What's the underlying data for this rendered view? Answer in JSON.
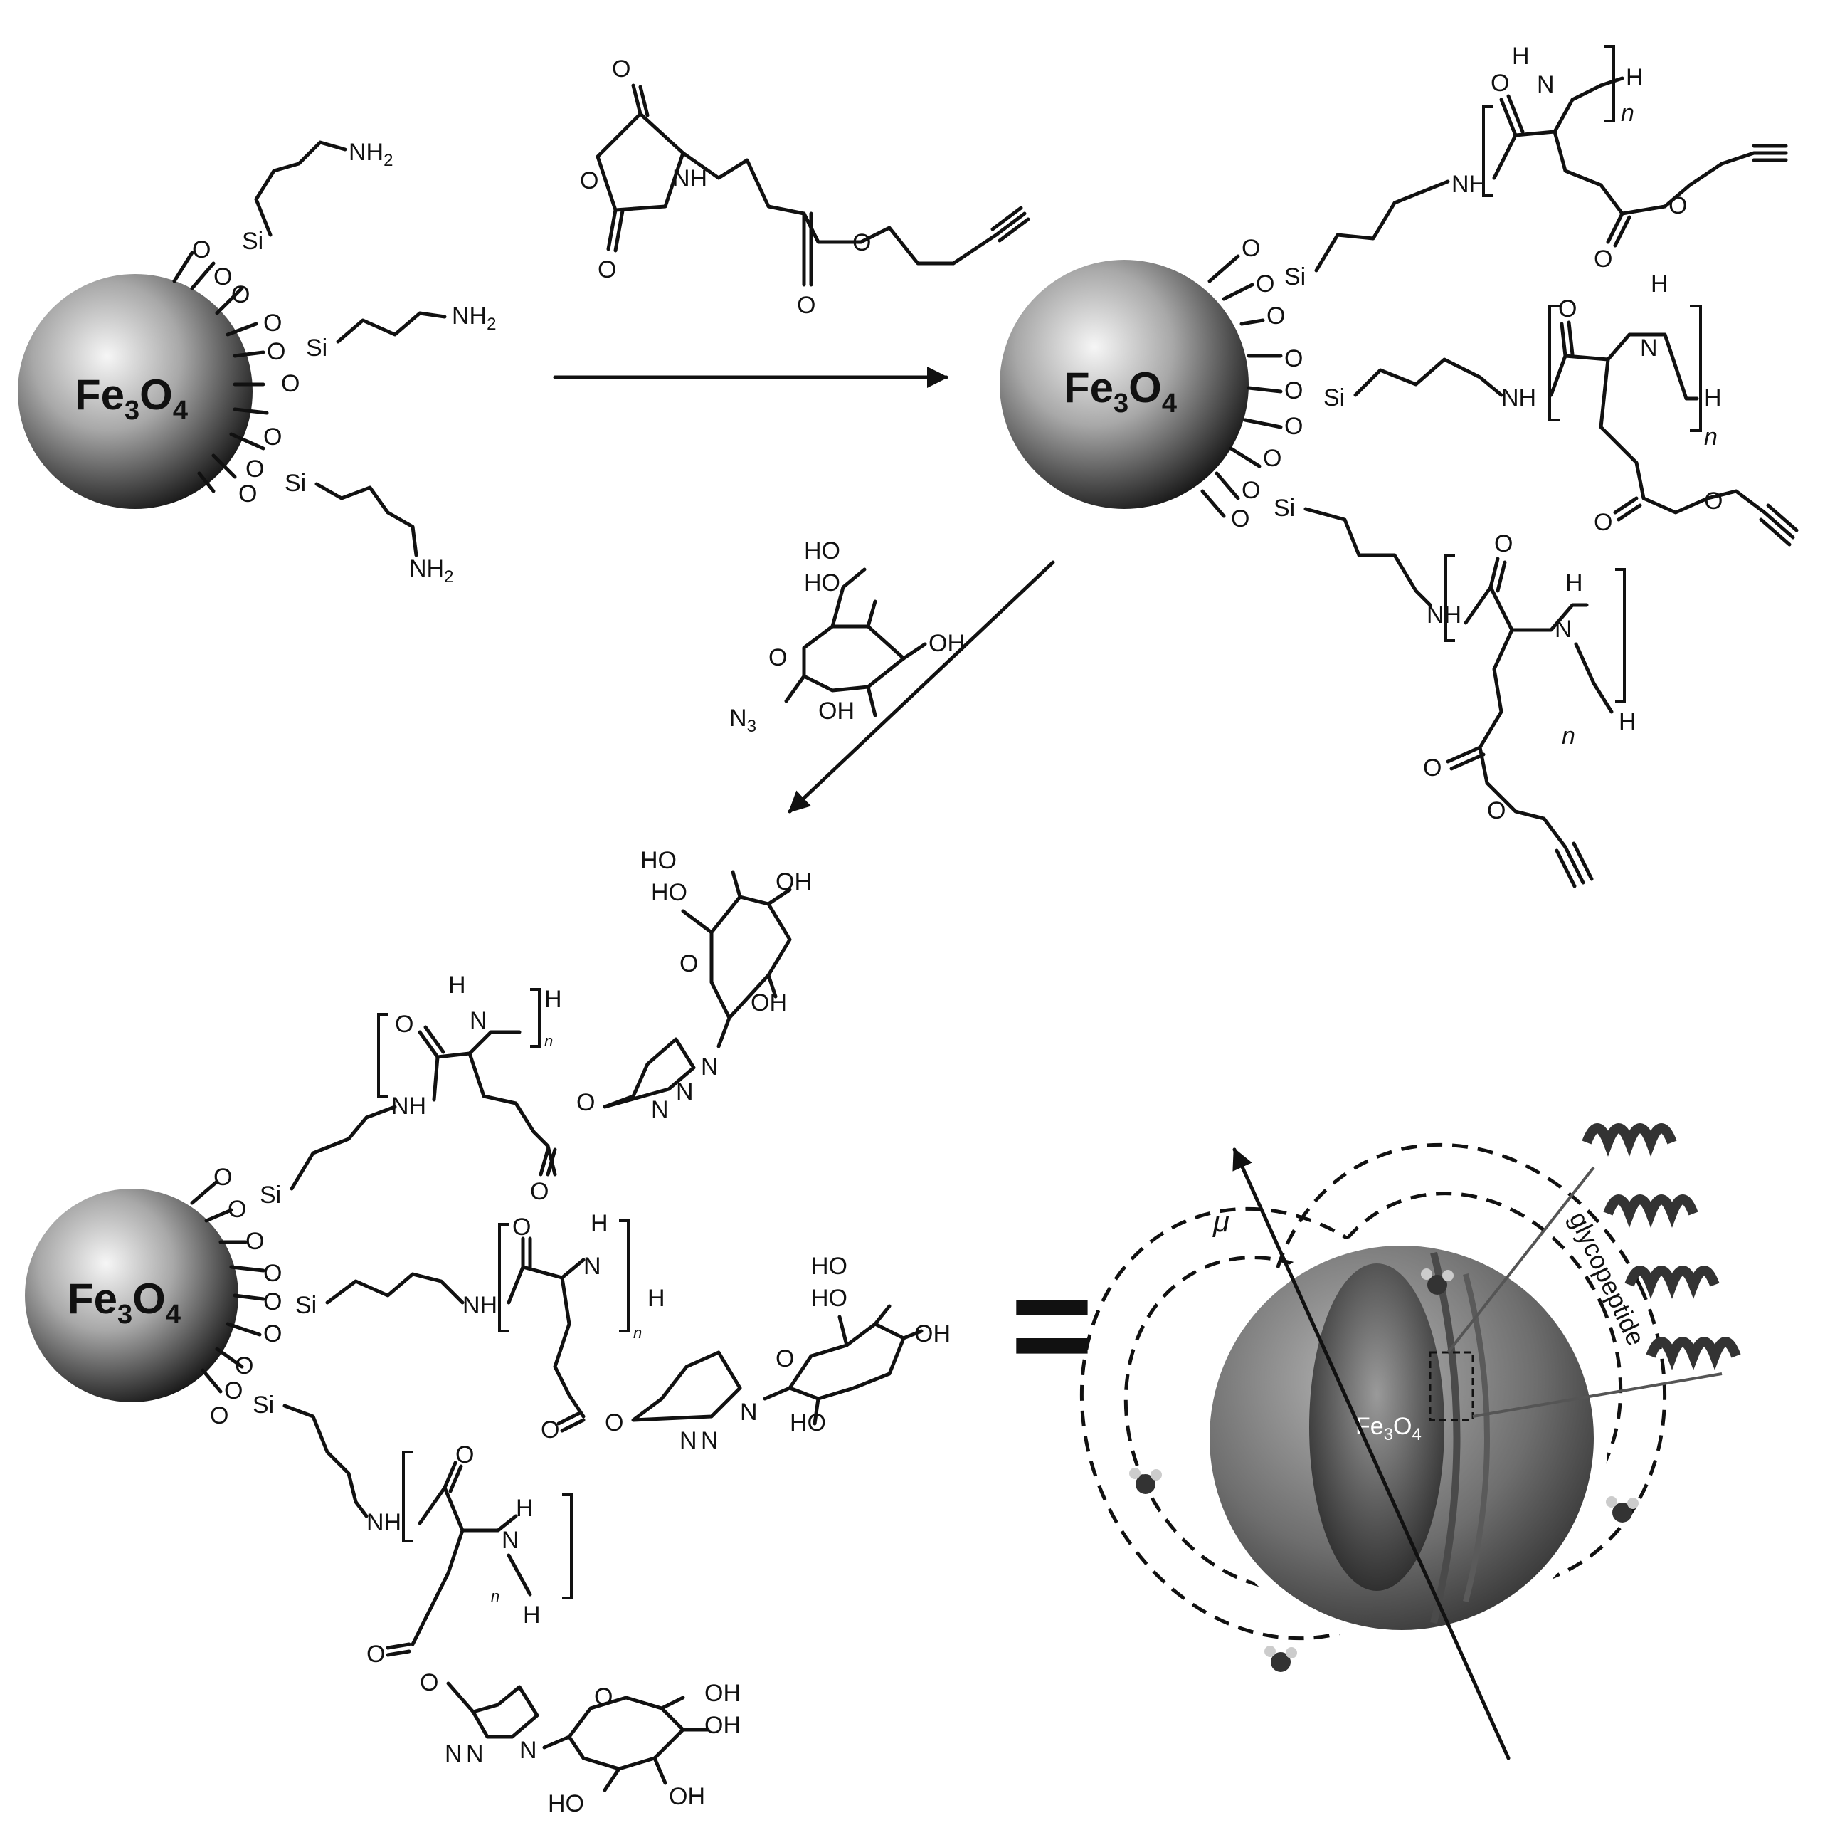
{
  "particle_label_main": "Fe",
  "particle_sub_3": "3",
  "particle_letter_o": "O",
  "particle_sub_4": "4",
  "amine": "NH",
  "amine_sub": "2",
  "silicon": "Si",
  "oxygen": "O",
  "nh": "NH",
  "nitrogen": "N",
  "hydrogen": "H",
  "repeat_n": "n",
  "hydroxyl": "HO",
  "hydroxyl_r": "OH",
  "azide": "N",
  "azide_sub": "3",
  "equals": "=",
  "mu": "μ",
  "glycopeptide": "glycopeptide",
  "core_label": "Fe",
  "core_sub_3": "3",
  "core_o": "O",
  "core_sub_4": "4",
  "colors": {
    "ink": "#111111",
    "sphere_light": "#f4f4f4",
    "sphere_dark": "#1a1a1a",
    "shell": "#7a7a7a"
  }
}
